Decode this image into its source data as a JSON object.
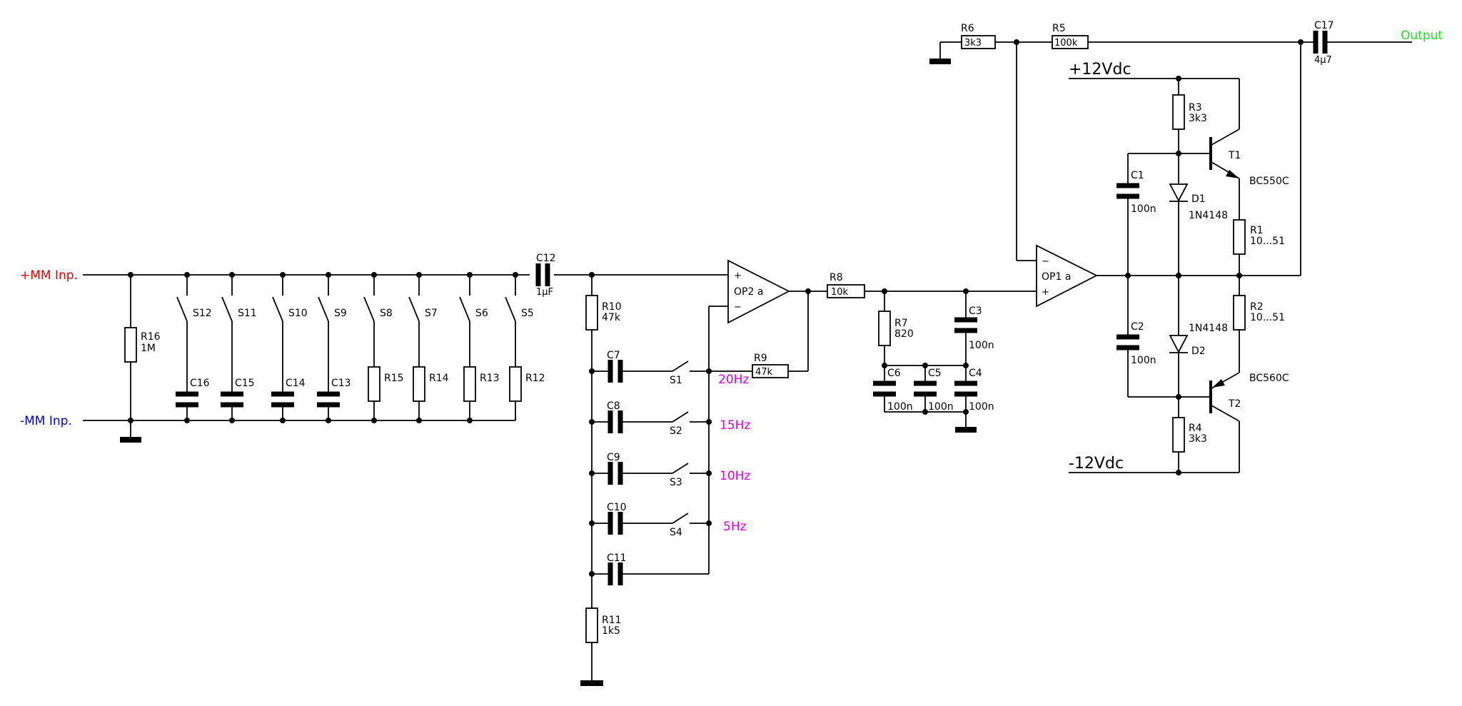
{
  "io": {
    "in_plus": {
      "text": "+MM Inp.",
      "color": "#e00000"
    },
    "in_minus": {
      "text": "-MM Inp.",
      "color": "#0000d0"
    },
    "output": {
      "text": "Output",
      "color": "#22dd22"
    }
  },
  "rails": {
    "pos": "+12Vdc",
    "neg": "-12Vdc"
  },
  "freqs": [
    "20Hz",
    "15Hz",
    "10Hz",
    "5Hz"
  ],
  "labels": {
    "R16": "R16",
    "R16v": "1M",
    "S12": "S12",
    "S11": "S11",
    "S10": "S10",
    "S9": "S9",
    "S8": "S8",
    "S7": "S7",
    "S6": "S6",
    "S5": "S5",
    "C16": "C16",
    "C15": "C15",
    "C14": "C14",
    "C13": "C13",
    "R15": "R15",
    "R14": "R14",
    "R13": "R13",
    "R12": "R12",
    "C12": "C12",
    "C12v": "1µF",
    "R10": "R10",
    "R10v": "47k",
    "C7": "C7",
    "C8": "C8",
    "C9": "C9",
    "C10": "C10",
    "C11": "C11",
    "S1": "S1",
    "S2": "S2",
    "S3": "S3",
    "S4": "S4",
    "R11": "R11",
    "R11v": "1k5",
    "OP2": "OP2 a",
    "R9": "R9",
    "R9v": "47k",
    "R8": "R8",
    "R8v": "10k",
    "R7": "R7",
    "R7v": "820",
    "C3": "C3",
    "C3v": "100n",
    "C6": "C6",
    "C6v": "100n",
    "C5": "C5",
    "C5v": "100n",
    "C4": "C4",
    "C4v": "100n",
    "OP1": "OP1 a",
    "R6": "R6",
    "R6v": "3k3",
    "R5": "R5",
    "R5v": "100k",
    "C17": "C17",
    "C17v": "4µ7",
    "R3": "R3",
    "R3v": "3k3",
    "T1": "T1",
    "T1t": "BC550C",
    "C1": "C1",
    "C1v": "100n",
    "D1": "D1",
    "D1t": "1N4148",
    "R1": "R1",
    "R1v": "10...51",
    "C2": "C2",
    "C2v": "100n",
    "D2": "D2",
    "D2t": "1N4148",
    "R2": "R2",
    "R2v": "10...51",
    "T2": "T2",
    "T2t": "BC560C",
    "R4": "R4",
    "R4v": "3k3"
  }
}
